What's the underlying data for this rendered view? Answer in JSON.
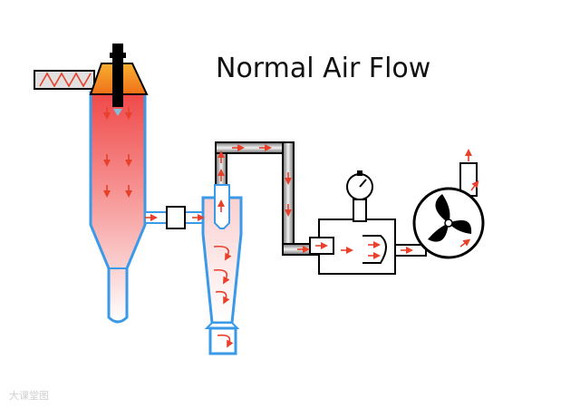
{
  "title": "Normal Air Flow",
  "watermark": "大课堂图",
  "colors": {
    "vessel_outline": "#3a9ae8",
    "vessel_fill_top": "#f04848",
    "vessel_fill_bottom": "#ffffff",
    "flow_arrow": "#e8402a",
    "duct_dark": "#777777",
    "duct_light": "#ececec",
    "nozzle_orange": "#f5a020",
    "black": "#000000"
  },
  "components": {
    "screw_feeder": "screw-feeder",
    "atomizer": "atomizer-nozzle",
    "drying_chamber": "drying-chamber",
    "cyclone": "cyclone-separator",
    "duct": "connecting-duct",
    "filter": "bag-filter-unit",
    "gauge": "pressure-gauge",
    "fan": "exhaust-fan"
  }
}
